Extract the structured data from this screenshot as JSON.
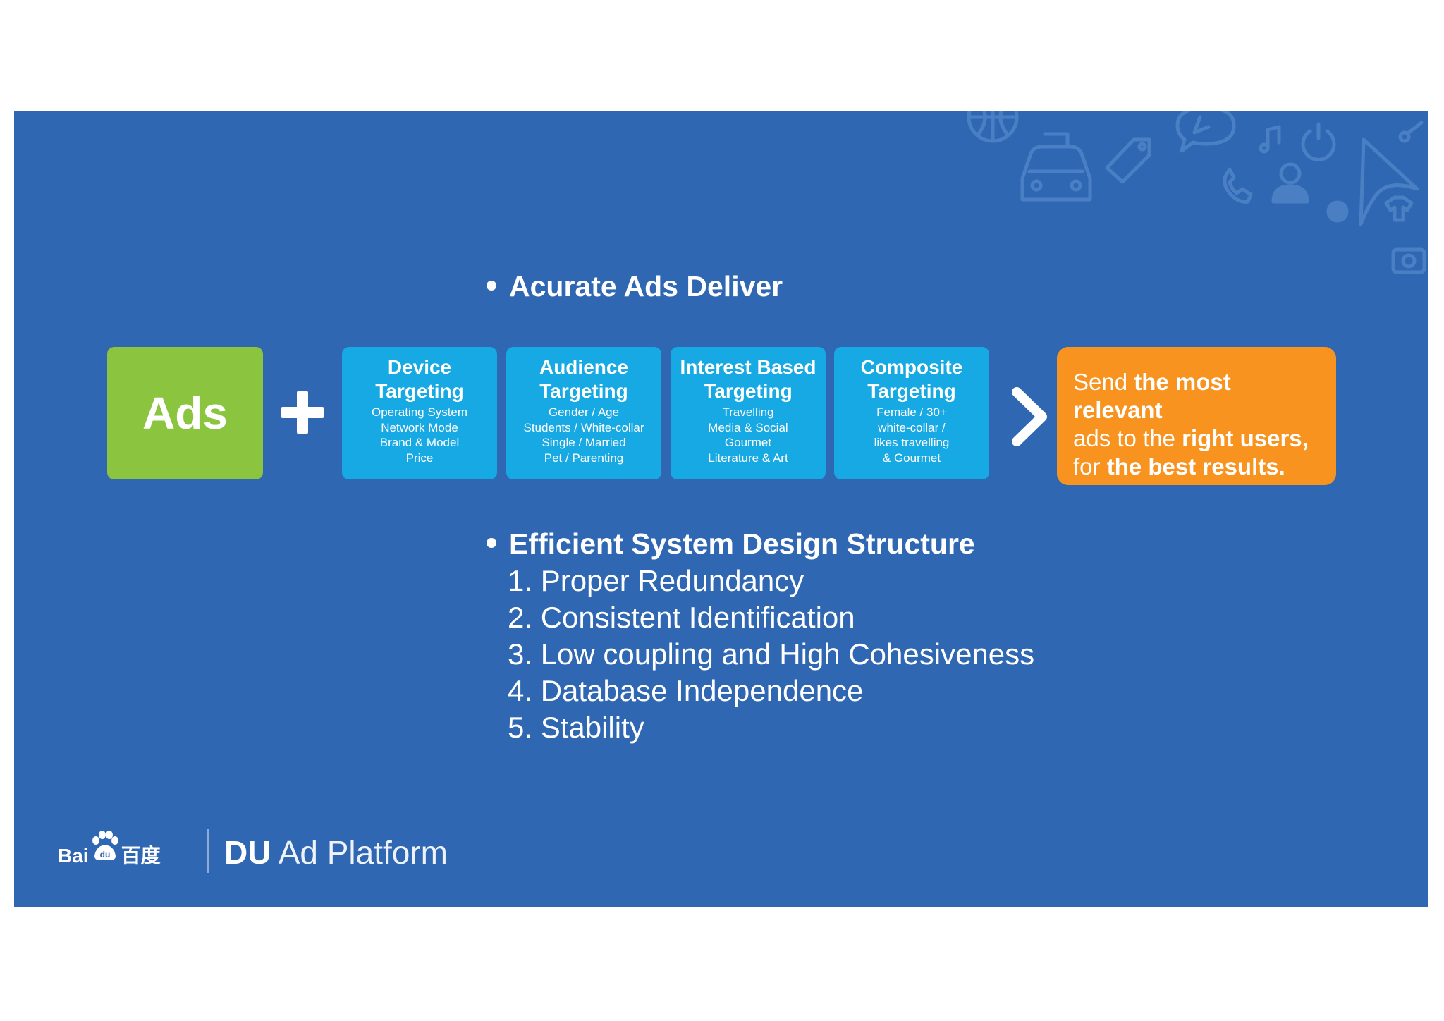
{
  "section1": {
    "heading": "Acurate Ads Deliver"
  },
  "ads_label": "Ads",
  "targeting": [
    {
      "title_line1": "Device",
      "title_line2": "Targeting",
      "details": [
        "Operating System",
        "Network Mode",
        "Brand & Model",
        "Price"
      ]
    },
    {
      "title_line1": "Audience",
      "title_line2": "Targeting",
      "details": [
        "Gender / Age",
        "Students / White-collar",
        "Single / Married",
        "Pet / Parenting"
      ]
    },
    {
      "title_line1": "Interest Based",
      "title_line2": "Targeting",
      "details": [
        "Travelling",
        "Media & Social",
        "Gourmet",
        "Literature & Art"
      ]
    },
    {
      "title_line1": "Composite",
      "title_line2": "Targeting",
      "details": [
        "Female / 30+",
        "white-collar /",
        "likes travelling",
        "& Gourmet"
      ]
    }
  ],
  "result": {
    "p1": "Send ",
    "b1": "the most relevant",
    "p2": "ads to the ",
    "b2": "right users,",
    "p3": "for ",
    "b3": "the best results."
  },
  "section2": {
    "heading": "Efficient System Design Structure",
    "items": [
      "1. Proper Redundancy",
      "2. Consistent Identification",
      "3. Low coupling and High Cohesiveness",
      "4. Database Independence",
      "5. Stability"
    ]
  },
  "footer": {
    "baidu_logo": "Bai du 百度",
    "platform_du": "DU",
    "platform_rest": " Ad Platform"
  },
  "colors": {
    "background": "#2f67b3",
    "ads_green": "#8bc43f",
    "targeting_blue": "#17a9e3",
    "result_orange": "#f7931e"
  }
}
